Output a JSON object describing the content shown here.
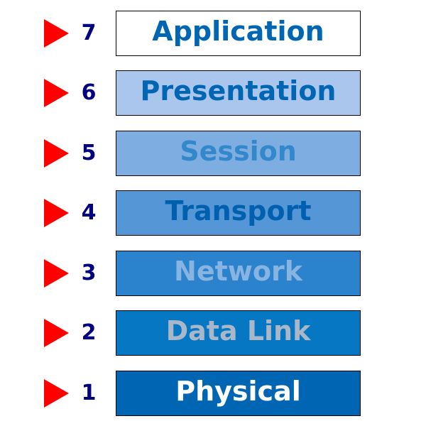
{
  "layers": [
    {
      "number": "7",
      "label": "Application",
      "fill": "#ffffff",
      "text_color": "#0066b3"
    },
    {
      "number": "6",
      "label": "Presentation",
      "fill": "#aac6ec",
      "text_color": "#0066b3"
    },
    {
      "number": "5",
      "label": "Session",
      "fill": "#7eaee1",
      "text_color": "#3388cc"
    },
    {
      "number": "4",
      "label": "Transport",
      "fill": "#5596d6",
      "text_color": "#0060b0"
    },
    {
      "number": "3",
      "label": "Network",
      "fill": "#2a83cc",
      "text_color": "#88b4e2"
    },
    {
      "number": "2",
      "label": "Data Link",
      "fill": "#0577c3",
      "text_color": "#aab7c8"
    },
    {
      "number": "1",
      "label": "Physical",
      "fill": "#0066b3",
      "text_color": "#ffffff"
    }
  ],
  "colors": {
    "arrow": "#ff0000",
    "number": "#000080",
    "border": "#000000"
  }
}
